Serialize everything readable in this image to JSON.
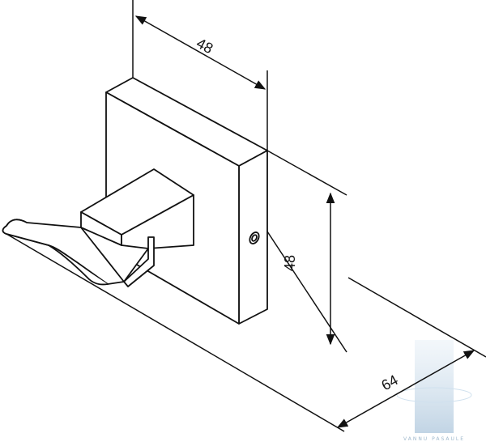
{
  "drawing": {
    "line_color": "#111111",
    "background": "#ffffff",
    "dimensions": {
      "width_top": "48",
      "height_right": "48",
      "depth_bottom": "64"
    },
    "watermark": {
      "text": "VANNU PASAULE",
      "color": "#9fb8cc"
    }
  }
}
